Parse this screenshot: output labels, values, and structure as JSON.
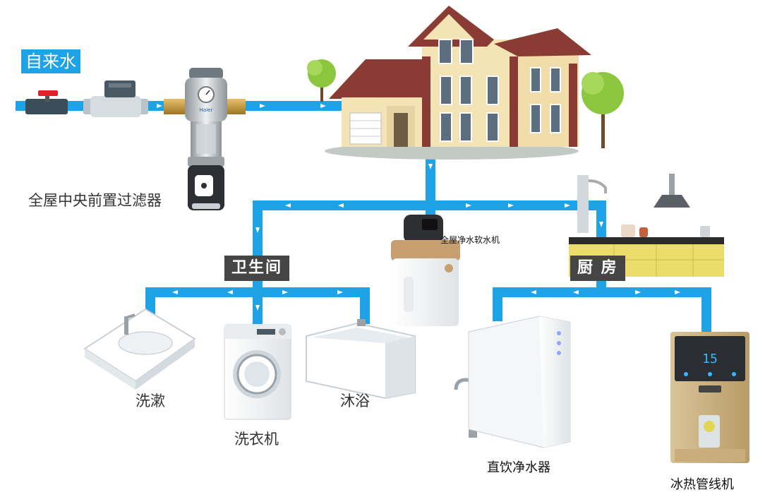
{
  "labels": {
    "tap_water": "自来水",
    "prefilter": "全屋中央前置过滤器",
    "softener": "全屋净水软水机",
    "bathroom": "卫生间",
    "kitchen": "厨 房",
    "washbasin": "洗漱",
    "washer": "洗衣机",
    "bath": "沐浴",
    "purifier": "直饮净水器",
    "dispenser": "冰热管线机"
  },
  "brand": "Haier",
  "dispenser_display": "15",
  "colors": {
    "pipe": "#1ea3e6",
    "tag_dark": "#454545",
    "tag_blue": "#1ea3e6"
  }
}
